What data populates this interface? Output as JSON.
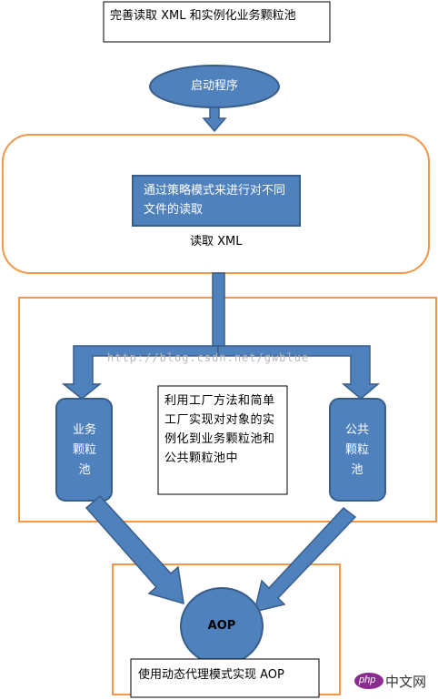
{
  "top_note": "完善读取 XML 和实例化业务颗粒池",
  "start_label": "启动程序",
  "strategy_box": "通过策略模式来进行对不同文件的读取",
  "read_xml_label": "读取 XML",
  "business_pool": "业务颗粒池",
  "public_pool": "公共颗粒池",
  "factory_note": "利用工厂方法和简单工厂实现对对象的实例化到业务颗粒池和公共颗粒池中",
  "aop_label": "AOP",
  "bottom_note": "使用动态代理模式实现 AOP",
  "watermark": "http://blog.csdn.net/gwblue",
  "logo": {
    "php": "php",
    "cn": "中文网"
  },
  "colors": {
    "blue_fill": "#4F81BD",
    "blue_stroke": "#385D8A",
    "orange": "#F79646"
  }
}
